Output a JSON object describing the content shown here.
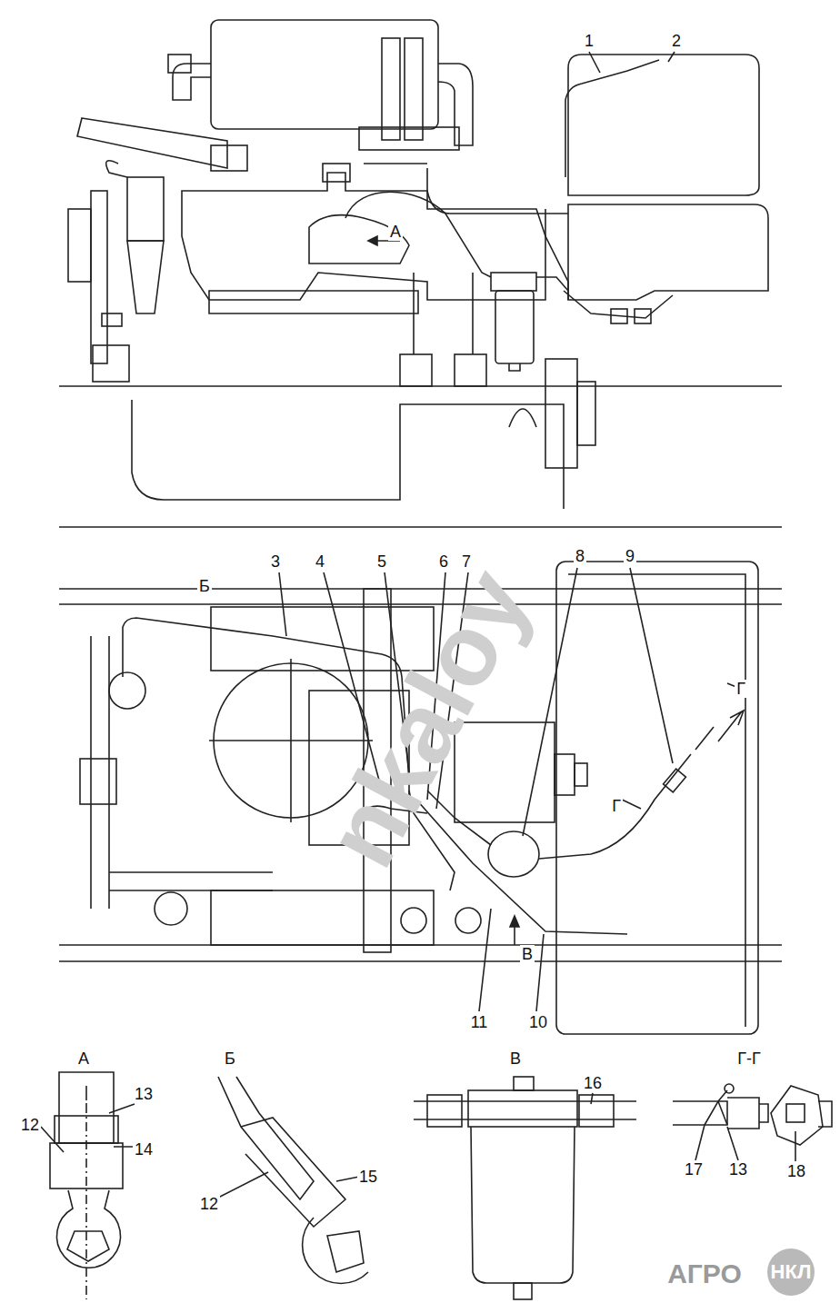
{
  "diagram": {
    "labels": [
      "1",
      "2",
      "А",
      "Б",
      "3",
      "4",
      "5",
      "6",
      "7",
      "8",
      "9",
      "Г",
      "Г",
      "В",
      "11",
      "10",
      "А",
      "12",
      "13",
      "14",
      "Б",
      "12",
      "15",
      "В",
      "16",
      "Г-Г",
      "17",
      "13",
      "18",
      "nkaloy",
      "АГРО",
      "НКЛ"
    ]
  }
}
